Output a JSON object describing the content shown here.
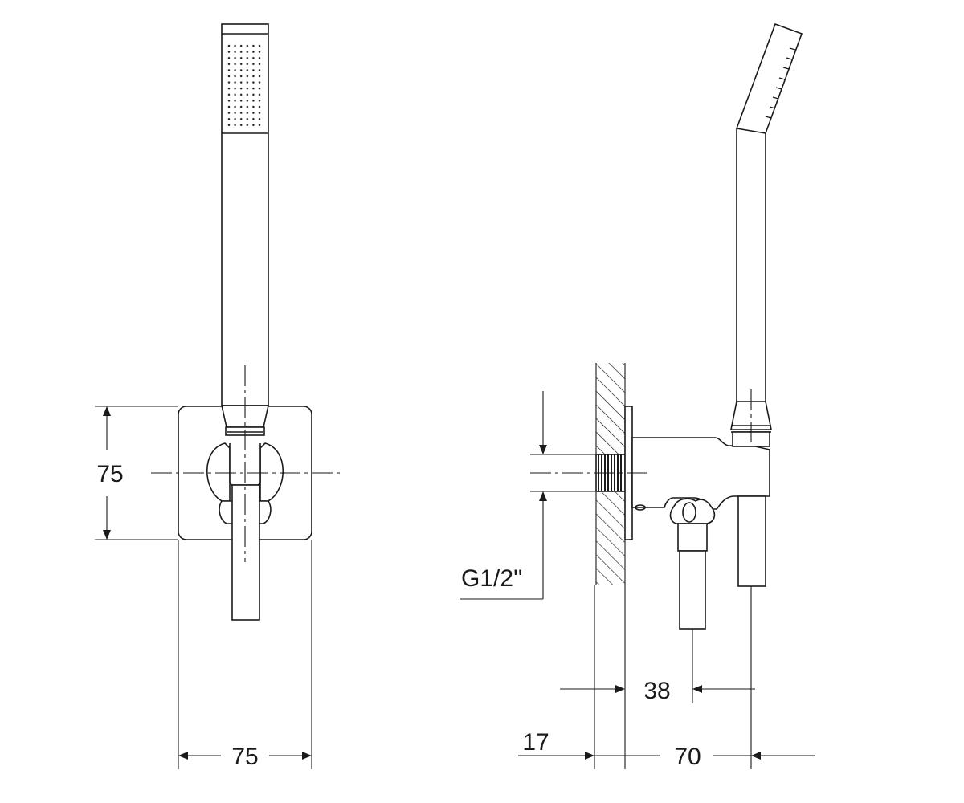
{
  "front_view": {
    "dimension_width": "75",
    "dimension_height": "75"
  },
  "side_view": {
    "thread_label": "G1/2''",
    "dimension_outlet_offset": "38",
    "dimension_plate": "17",
    "dimension_projection": "70"
  },
  "colors": {
    "line": "#1a1a1a",
    "background": "#ffffff"
  }
}
